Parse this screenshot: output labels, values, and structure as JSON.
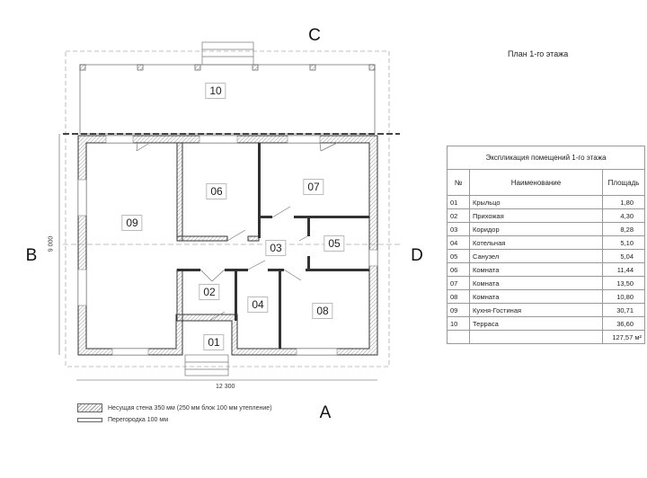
{
  "plan_title": "План 1-го этажа",
  "axes": {
    "top": "C",
    "left": "B",
    "right": "D",
    "bottom": "A"
  },
  "dimensions": {
    "width": "12 300",
    "height": "9 000"
  },
  "room_labels": [
    "01",
    "02",
    "03",
    "04",
    "05",
    "06",
    "07",
    "08",
    "09",
    "10"
  ],
  "legend": {
    "bearing_wall": "Несущая стена 350 мм (250 мм блок 100 мм утепление)",
    "partition": "Перегородка 100 мм"
  },
  "table": {
    "title": "Экспликация помещений 1-го этажа",
    "headers": [
      "№",
      "Наименование",
      "Площадь"
    ],
    "rows": [
      [
        "01",
        "Крыльцо",
        "1,80"
      ],
      [
        "02",
        "Прихожая",
        "4,30"
      ],
      [
        "03",
        "Коридор",
        "8,28"
      ],
      [
        "04",
        "Котельная",
        "5,10"
      ],
      [
        "05",
        "Санузел",
        "5,04"
      ],
      [
        "06",
        "Комната",
        "11,44"
      ],
      [
        "07",
        "Комната",
        "13,50"
      ],
      [
        "08",
        "Комната",
        "10,80"
      ],
      [
        "09",
        "Кухня-Гостиная",
        "30,71"
      ],
      [
        "10",
        "Терраса",
        "36,60"
      ]
    ],
    "total": "127,57 м²"
  }
}
